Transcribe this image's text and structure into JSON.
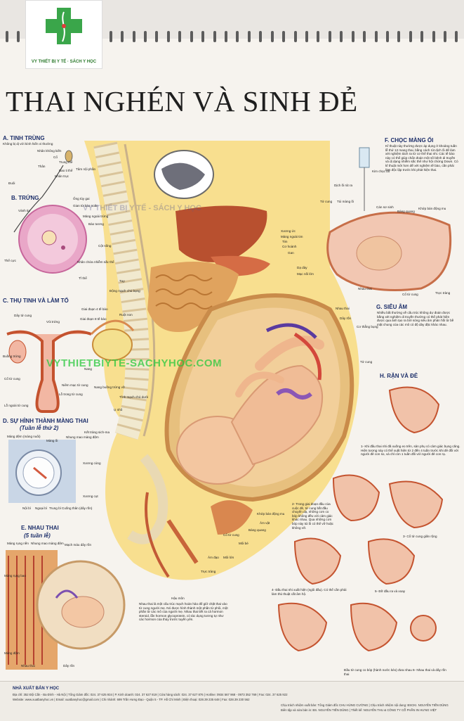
{
  "logo": {
    "text": "VY THIẾT BỊ Y TẾ · SÁCH Y HỌC",
    "name": "logo-cross"
  },
  "title": "THAI NGHÉN VÀ SINH ĐẺ",
  "sections": {
    "a": "A. TINH TRÙNG",
    "b": "B. TRỨNG",
    "c": "C. THỤ TINH VÀ LÀM TỔ",
    "d": "D. SỰ HÌNH THÀNH MÀNG THAI",
    "d_sub": "(Tuần lễ thứ 2)",
    "e": "E. NHAU THAI",
    "e_sub": "(5 tuần lễ)",
    "f": "F. CHỌC MÀNG ỐI",
    "g": "G. SIÊU ÂM",
    "h": "H. RẶN VÀ ĐẺ"
  },
  "labels_a": [
    "Không bị dị với kính hiển vi thường",
    "Nhân không kiến",
    "Cổ",
    "Trung thể",
    "Thân",
    "Bao ti thể",
    "Nhân trục",
    "Tâm nội phần",
    "Đuôi"
  ],
  "labels_b": [
    "Vành tia",
    "Ống tủy gai",
    "Gian tử bào noãn",
    "Màng ngoài trứng",
    "Bào tương",
    "Cột sống",
    "Thể cực",
    "Nhân chứa nhiễm sắc thể",
    "Tĩ thể"
  ],
  "labels_c": [
    "Dây tử cung",
    "Vòi trứng",
    "Buồng trứng",
    "Giai đoạn 4 tế bào",
    "Giai đoạn 8 tế bào",
    "Cổ tử cung",
    "Lỗ ngoài tử cung",
    "Niêm mạc tử cung",
    "Nang",
    "Nang buồng trứng vỡ",
    "Lỗ trong tử cung"
  ],
  "labels_d": [
    "Màng đệm (màng nuôi)",
    "Màng ối",
    "Nhung mao màng đệm",
    "Nội bì",
    "Ngoại bì",
    "Trung bì",
    "Cuống thân (dây rốn)"
  ],
  "labels_e": [
    "Màng rụng nền",
    "Nhung mao màng đệm",
    "Mạch máu dây rốn",
    "Màng rụng bao",
    "Màng đệm",
    "Nhau thai",
    "Dây rốn"
  ],
  "labels_main": [
    "Xương ức",
    "Màng ngoài tim",
    "Tim",
    "Cơ hoành",
    "Gan",
    "Dạ dày",
    "Mạc nối lớn",
    "Tụy",
    "Động mạch chủ bụng",
    "Ruột non",
    "Nhau thai",
    "Dây rốn",
    "Cơ thẳng bụng",
    "Tử cung",
    "Kết tràng sich-ma",
    "Xương cùng",
    "Xương cụt",
    "Trực tràng",
    "Hậu môn",
    "Âm đạo",
    "Khớp bán động mu",
    "Âm vật",
    "Môi bé",
    "Môi lớn",
    "Cổ tử cung",
    "Bàng quang",
    "Tĩnh mạch chủ dưới",
    "Ụ nhô"
  ],
  "labels_f": [
    "Kim chọc dò",
    "Dịch ối rút ra",
    "Tử cung",
    "Túi màng ối",
    "Cán sơ sinh",
    "Bàng quang",
    "Khớp bán động mu",
    "Nhau thai",
    "Cổ tử cung",
    "Trực tràng"
  ],
  "texts": {
    "f": "Kĩ thuật này thường được áp dụng ở khoảng tuần lễ thứ 12 mang thai, bằng cách rút dịch ối để làm xét nghiệm tách ra từ cơ thể thai nhi. Các tế bào này có thể giúp chẩn đoán một số bệnh di truyền và dị dạng nhiễm sắc thể như hội chứng Down. Có kĩ thuật mới hơn để xét nghiệm tế bào, cần phải làm độc lập trước khi phát hiện thai.",
    "g": "Nhiều bất thường về cấu trúc không dự đoán được bằng xét nghiệm di truyền thường có thể phát hiện được qua ảnh tạo ra bởi sóng siêu âm phản hồi từ bề mặt chung của các mô có độ dày đặc khác nhau.",
    "e": "Nhau thai là một cấu trúc mạch hoàn hảo để giữ chặt thai vào tử cung người mẹ. Nó được hình thành một phần từ phôi, một phần từ các mô của người mẹ. Nhau thai tiết ra cả hormon steroid, lẫn hormon glycoprotein, có tác dụng tương tự như các hormon của thùy trước tuyến yên.",
    "h1": "1- Khi đầu thai nhi đã xuống eo trên, sản phụ có cảm giác bụng căng. Hiện tượng này có thể xuất hiện từ 2 đến 4 tuần trước khi đẻ đối với người đẻ con so, và chỉ còn 1 tuần đối với người đẻ con rạ.",
    "h2": "2- Trong giai đoạn đầu của cuộc đẻ, tử cung bắt đầu chuyển dạ, những cơn co bóp không đều với cảm giác khác nhau. Qua những cơn bóp này túi ối có thể vỡ hoặc không vỡ.",
    "h3": "3- Cổ tử cung giãn rộng",
    "h4": "4- Đầu thai nhi xuất hiện (ngôi đầu). Có thể cần phải làm thủ thuật cắt âm hộ.",
    "h5": "5- Đỡ đầu ra và xoay",
    "h6": "6- Nhau thai và dây rốn",
    "h6b": "Đầu tử cung co bóp (hành nước kéo) đưa nhau thai"
  },
  "watermarks": {
    "green": "VYTHIETBIYTE-SACHYHOC.COM",
    "faint": "VY THIẾT BỊ Y TẾ - SÁCH Y HỌC"
  },
  "footer": {
    "publisher": "NHÀ XUẤT BẢN Y HỌC",
    "line1": "Địa chỉ: 352 Đội Cấn - Ba Đình - Hà Nội | Tổng Giám đốc: 024. 37 625 934 | P. Kinh doanh: 024. 37 627 819 | Cửa hàng sách: 024. 37 627 876 | Hotline: 0934 567 968 - 0973 352 769 | Fax: 024. 37 625 922",
    "line2": "Website: www.xuatbanyhoc.vn | Email: xuatbanyhoc@gmail.com | Chi nhánh: 699 Trần Hưng Đạo - Quận 5 - TP. Hồ Chí Minh | Điện thoại: 028.39 235 648 | Fax: 028.39 230 562",
    "right1": "Chịu trách nhiệm xuất bản: Tổng Giám đốc CHU HÙNG CƯỜNG | Chịu trách nhiệm nội dung: BSCKI. NGUYỄN TIẾN DŨNG",
    "right2": "Biên tập và sửa bản in: BS. NGUYỄN TIẾN DŨNG | Thiết kế: NGUYỄN THU & CÔNG TY CỔ PHẦN IN HƯNG VIỆT"
  },
  "colors": {
    "title": "#1f1f1f",
    "heading": "#1d2f6a",
    "tissue": "#d9824f",
    "uterus": "#e8b070",
    "spine": "#f3e7c6",
    "watermark": "#28c83c"
  }
}
